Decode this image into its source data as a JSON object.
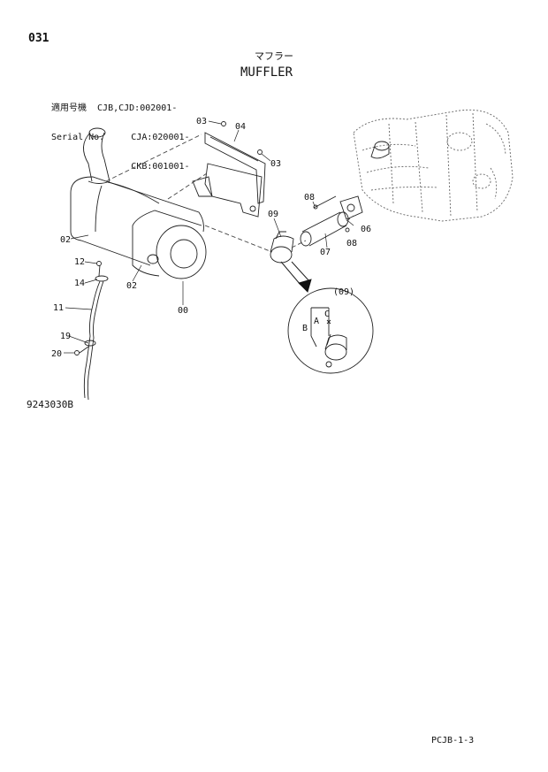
{
  "page_number": "031",
  "title_jp": "マフラー",
  "title_en": "MUFFLER",
  "serial": {
    "line1": "適用号機  CJB,CJD:002001-",
    "line2": "Serial No.     CJA:020001-",
    "line3": "               CKB:001001-"
  },
  "drawing_number": "9243030B",
  "footer_code": "PCJB-1-3",
  "callouts": {
    "c03a": "03",
    "c04": "04",
    "c03b": "03",
    "c08a": "08",
    "c09": "09",
    "c06": "06",
    "c08b": "08",
    "c07": "07",
    "c02a": "02",
    "c02b": "02",
    "c00": "00",
    "c12": "12",
    "c14": "14",
    "c11": "11",
    "c19": "19",
    "c20": "20"
  },
  "detail": {
    "ref": "(09)",
    "a": "A",
    "b": "B",
    "c": "C"
  }
}
